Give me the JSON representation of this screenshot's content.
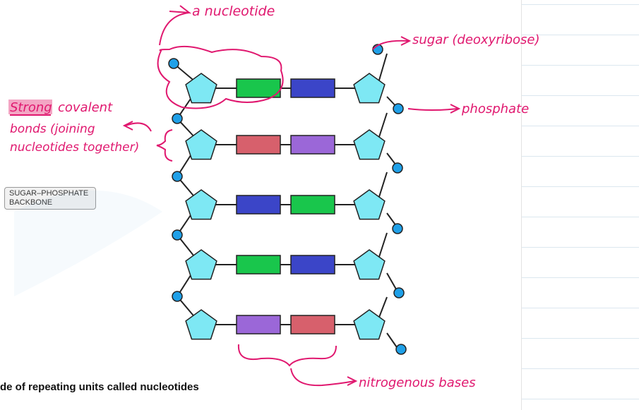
{
  "diagram": {
    "label_box": {
      "line1": "SUGAR–PHOSPHATE",
      "line2": "BACKBONE"
    },
    "caption": "de of repeating units called nucleotides",
    "annotations": {
      "nucleotide": "a nucleotide",
      "sugar": "sugar (deoxyribose)",
      "phosphate": "phosphate",
      "strong": "Strong",
      "covalent": "covalent",
      "bonds_line": "bonds (joining",
      "nucleotides_line": "nucleotides together)",
      "bases": "nitrogenous bases"
    },
    "colors": {
      "ink": "#e0186f",
      "phosphate": "#1fa0e8",
      "sugar": "#7ee8f4",
      "green": "#19c64c",
      "blue": "#3b45c8",
      "red": "#d7606c",
      "purple": "#9b67d8",
      "highlight": "#f3a6c4"
    },
    "rungs": [
      {
        "left": "green",
        "right": "blue"
      },
      {
        "left": "red",
        "right": "purple"
      },
      {
        "left": "blue",
        "right": "green"
      },
      {
        "left": "green",
        "right": "blue"
      },
      {
        "left": "purple",
        "right": "red"
      }
    ]
  }
}
